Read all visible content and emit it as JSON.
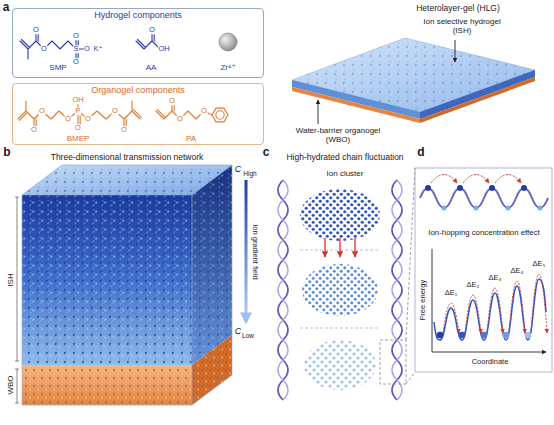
{
  "diagram": {
    "nodes": [
      {
        "text": [
          "Hydrogel components"
        ]
      },
      {
        "text": [
          "Organogel components"
        ]
      }
    ],
    "labels": [
      "a",
      "O",
      "O",
      "O",
      "S",
      "O",
      "O",
      "K⁺",
      "O",
      "OH",
      "SMP",
      "AA",
      "Zr⁴⁺",
      "O",
      "O",
      "O",
      "OH",
      "P",
      "O",
      "O",
      "O",
      "O",
      "O",
      "O",
      "O",
      "BMEP",
      "PA",
      "Heterolayer-gel (HLG)",
      "Ion selective hydrogel (ISH)",
      "Water-barrier organogel (WBO)",
      "b",
      "Three-dimensional transmission network",
      "C",
      "High",
      "Ion gradient field",
      "C",
      "Low",
      "ISH",
      "WBO",
      "c",
      "High-hydrated chain fluctuation",
      "Ion cluster",
      "d",
      "Ion-hopping concentration effect",
      "Free energy",
      "Coordinate",
      "ΔE₁",
      "ΔE₂",
      "ΔE₃",
      "ΔE₄",
      "ΔE₅"
    ]
  }
}
